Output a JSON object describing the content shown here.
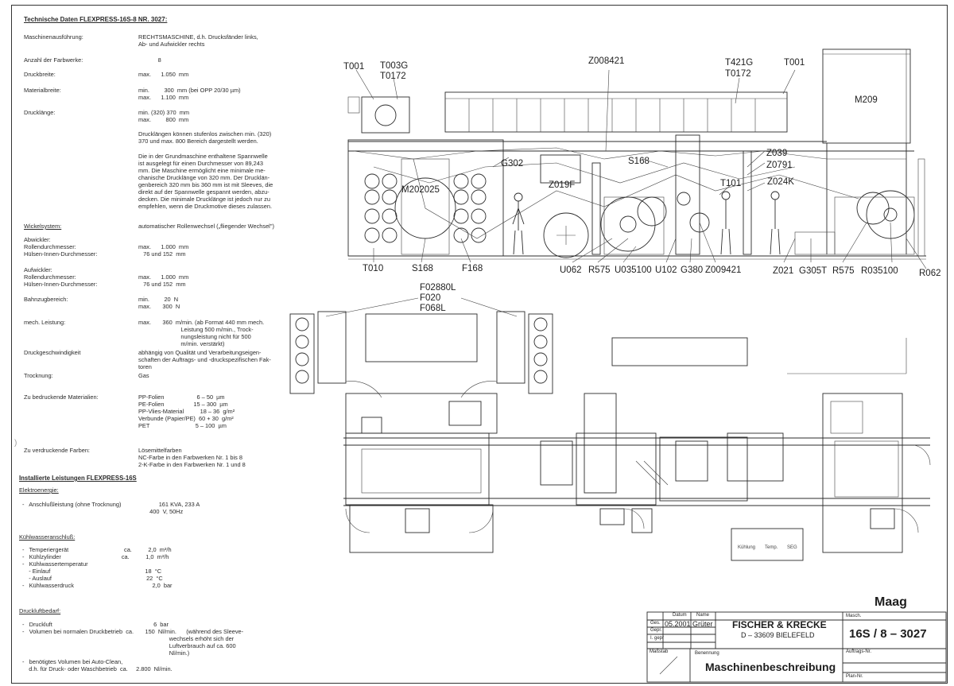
{
  "specs": {
    "title": "Technische Daten FLEXPRESS-16S-8 NR. 3027:",
    "rows": [
      {
        "label": "Maschinenausführung:",
        "value": "RECHTSMASCHINE, d.h. Drucksfänder links,\nAb- und Aufwickler rechts",
        "bold_prefix": "RECHTSMASCHINE"
      },
      {
        "label": "Anzahl der Farbwerke:",
        "value": "            8"
      },
      {
        "label": "Druckbreite:",
        "value": "max.      1.050  mm"
      },
      {
        "label": "Materialbreite:",
        "value": "min.         300  mm (bei OPP 20/30 µm)\nmax.      1.100  mm"
      },
      {
        "label": "Drucklänge:",
        "value": "min. (320) 370  mm\nmax.         800  mm"
      },
      {
        "label": "",
        "value": "Drucklängen können stufenlos zwischen min. (320)\n370 und max. 800 Bereich dargestellt werden."
      },
      {
        "label": "",
        "value": "Die in der Grundmaschine enthaltene Spannwelle\nist ausgelegt für einen Durchmesser von 89,243\nmm. Die Maschine ermöglicht eine minimale me-\nchanische Drucklänge von 320 mm. Der Drucklän-\ngenbereich 320 mm bis 360 mm ist mit Sleeves, die\ndirekt auf der Spannwelle gespannt werden, abzu-\ndecken. Die minimale Drucklänge ist jedoch nur zu\nempfehlen, wenn die Druckmotive dieses zulassen."
      },
      {
        "label": "Wickelsystem:",
        "value": "automatischer Rollenwechsel („fliegender Wechsel\")"
      },
      {
        "label": "Abwickler:\nRollendurchmesser:\nHülsen-Innen-Durchmesser:",
        "value": "\nmax.      1.000  mm\n   76 und 152  mm"
      },
      {
        "label": "Aufwickler:\nRollendurchmesser:\nHülsen-Innen-Durchmesser:",
        "value": "\nmax.      1.000  mm\n   76 und 152  mm"
      },
      {
        "label": "Bahnzugbereich:",
        "value": "min.         20  N\nmax.       300  N"
      },
      {
        "label": "mech. Leistung:",
        "value": "max.       360  m/min. (ab Format 440 mm mech.\n                          Leistung 500 m/min., Trock-\n                          nungsleistung nicht für 500\n                          m/min. verstärkt)"
      },
      {
        "label": "Druckgeschwindigkeit",
        "value": "abhängig von Qualität und Verarbeitungseigen-\nschaften der Auftrags- und -druckspezifischen Fak-\ntoren"
      },
      {
        "label": "Trocknung:",
        "value": "Gas"
      },
      {
        "label": "Zu bedruckende Materialien:",
        "value": "PP-Folien                    6 – 50  µm\nPE-Folien                  15 – 300  µm\nPP-Vlies-Material          18 – 36  g/m²\nVerbunde (Papier/PE)  60 + 30  g/m²\nPET                            5 – 100  µm"
      },
      {
        "label": "Zu verdruckende Farben:",
        "value": "Lösemittelfarben\nNC-Farbe in den Farbwerken Nr. 1 bis 8\n2-K-Farbe in den Farbwerken Nr. 1 und 8"
      }
    ],
    "installed_title": "Installierte Leistungen FLEXPRESS-16S",
    "elektro_title": "Elektroenergie:",
    "elektro": "-   Anschlußleistung (ohne Trocknung)                       161 KVA, 233 A\n                                                                              400  V, 50Hz",
    "kuehl_title": "Kühlwasseranschluß:",
    "kuehl": "-   Temperiergerät                                  ca.          2,0  m³/h\n-   Kühlzylinder                                     ca.          1,0  m³/h\n-   Kühlwassertemperatur\n    - Einlauf                                                          18  °C\n    - Auslauf                                                          22  °C\n-   Kühlwasserdruck                                                2,0  bar",
    "druckluft_title": "Druckluftbedarf:",
    "druckluft": "-   Druckluft                                                              6  bar\n-   Volumen bei normalen Druckbetrieb  ca.       150  Nl/min.      (während des Sleeve-\n                                                                                          wechsels erhöht sich der\n                                                                                          Luftverbrauch auf ca. 600\n                                                                                          Nl/min.)",
    "clean": "-   benötigtes Volumen bei Auto-Clean,\n    d.h. für Druck- oder Waschbetrieb  ca.     2.800  Nl/min."
  },
  "drawing_labels": {
    "top": [
      "T001",
      "T003G",
      "T0172",
      "Z008421",
      "T421G",
      "T0172",
      "T001",
      "M209"
    ],
    "mid": [
      "G302",
      "S168",
      "Z039",
      "Z0791",
      "Z019F",
      "T101",
      "Z024K",
      "M202025"
    ],
    "bottom": [
      "T010",
      "S168",
      "F168",
      "U062",
      "R575",
      "U035100",
      "U102",
      "G380",
      "Z009421",
      "Z021",
      "G305T",
      "R575",
      "R035100",
      "R062"
    ],
    "plan": [
      "F02880L",
      "F020",
      "F068L"
    ]
  },
  "title_block": {
    "maag": "Maag",
    "col_datum": "Datum",
    "col_name": "Name",
    "row_ges": "Ges.",
    "row_gepr": "Gepr.",
    "row_igepr": "I. gepr",
    "date": "05.2001",
    "name": "Grüter",
    "company": "FISCHER & KRECKE",
    "address": "D – 33609 BIELEFELD",
    "masch_label": "Masch.",
    "masch_no": "16S / 8 – 3027",
    "massstab_label": "Maßstab",
    "benennung_label": "Benennung",
    "title": "Maschinenbeschreibung",
    "auftrag_label": "Auftrags-Nr.",
    "plan_label": "Plan-Nr."
  }
}
